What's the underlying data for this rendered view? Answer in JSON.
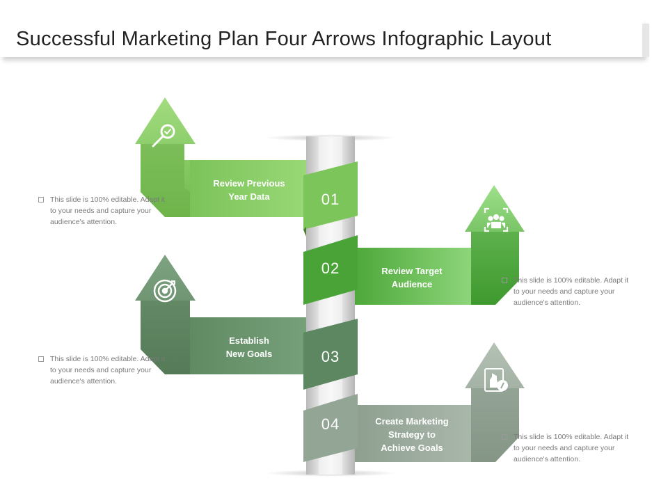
{
  "title": "Successful Marketing Plan Four Arrows Infographic Layout",
  "steps": [
    {
      "number": "01",
      "label": "Review Previous\nYear Data",
      "icon": "magnifier-check-icon",
      "color": "#8ccf6a"
    },
    {
      "number": "02",
      "label": "Review Target\nAudience",
      "icon": "audience-focus-icon",
      "color": "#5fb848"
    },
    {
      "number": "03",
      "label": "Establish\nNew Goals",
      "icon": "target-icon",
      "color": "#6f9672"
    },
    {
      "number": "04",
      "label": "Create Marketing\nStrategy to\nAchieve Goals",
      "icon": "strategy-notebook-icon",
      "color": "#9aaa9c"
    }
  ],
  "notes": [
    "This slide is 100% editable. Adapt it to your needs and capture your audience's attention.",
    "This slide is 100% editable. Adapt it to your needs and capture your audience's attention.",
    "This slide is 100% editable. Adapt it to your needs and capture your audience's attention.",
    "This slide is 100% editable. Adapt it to your needs and capture your audience's attention."
  ]
}
